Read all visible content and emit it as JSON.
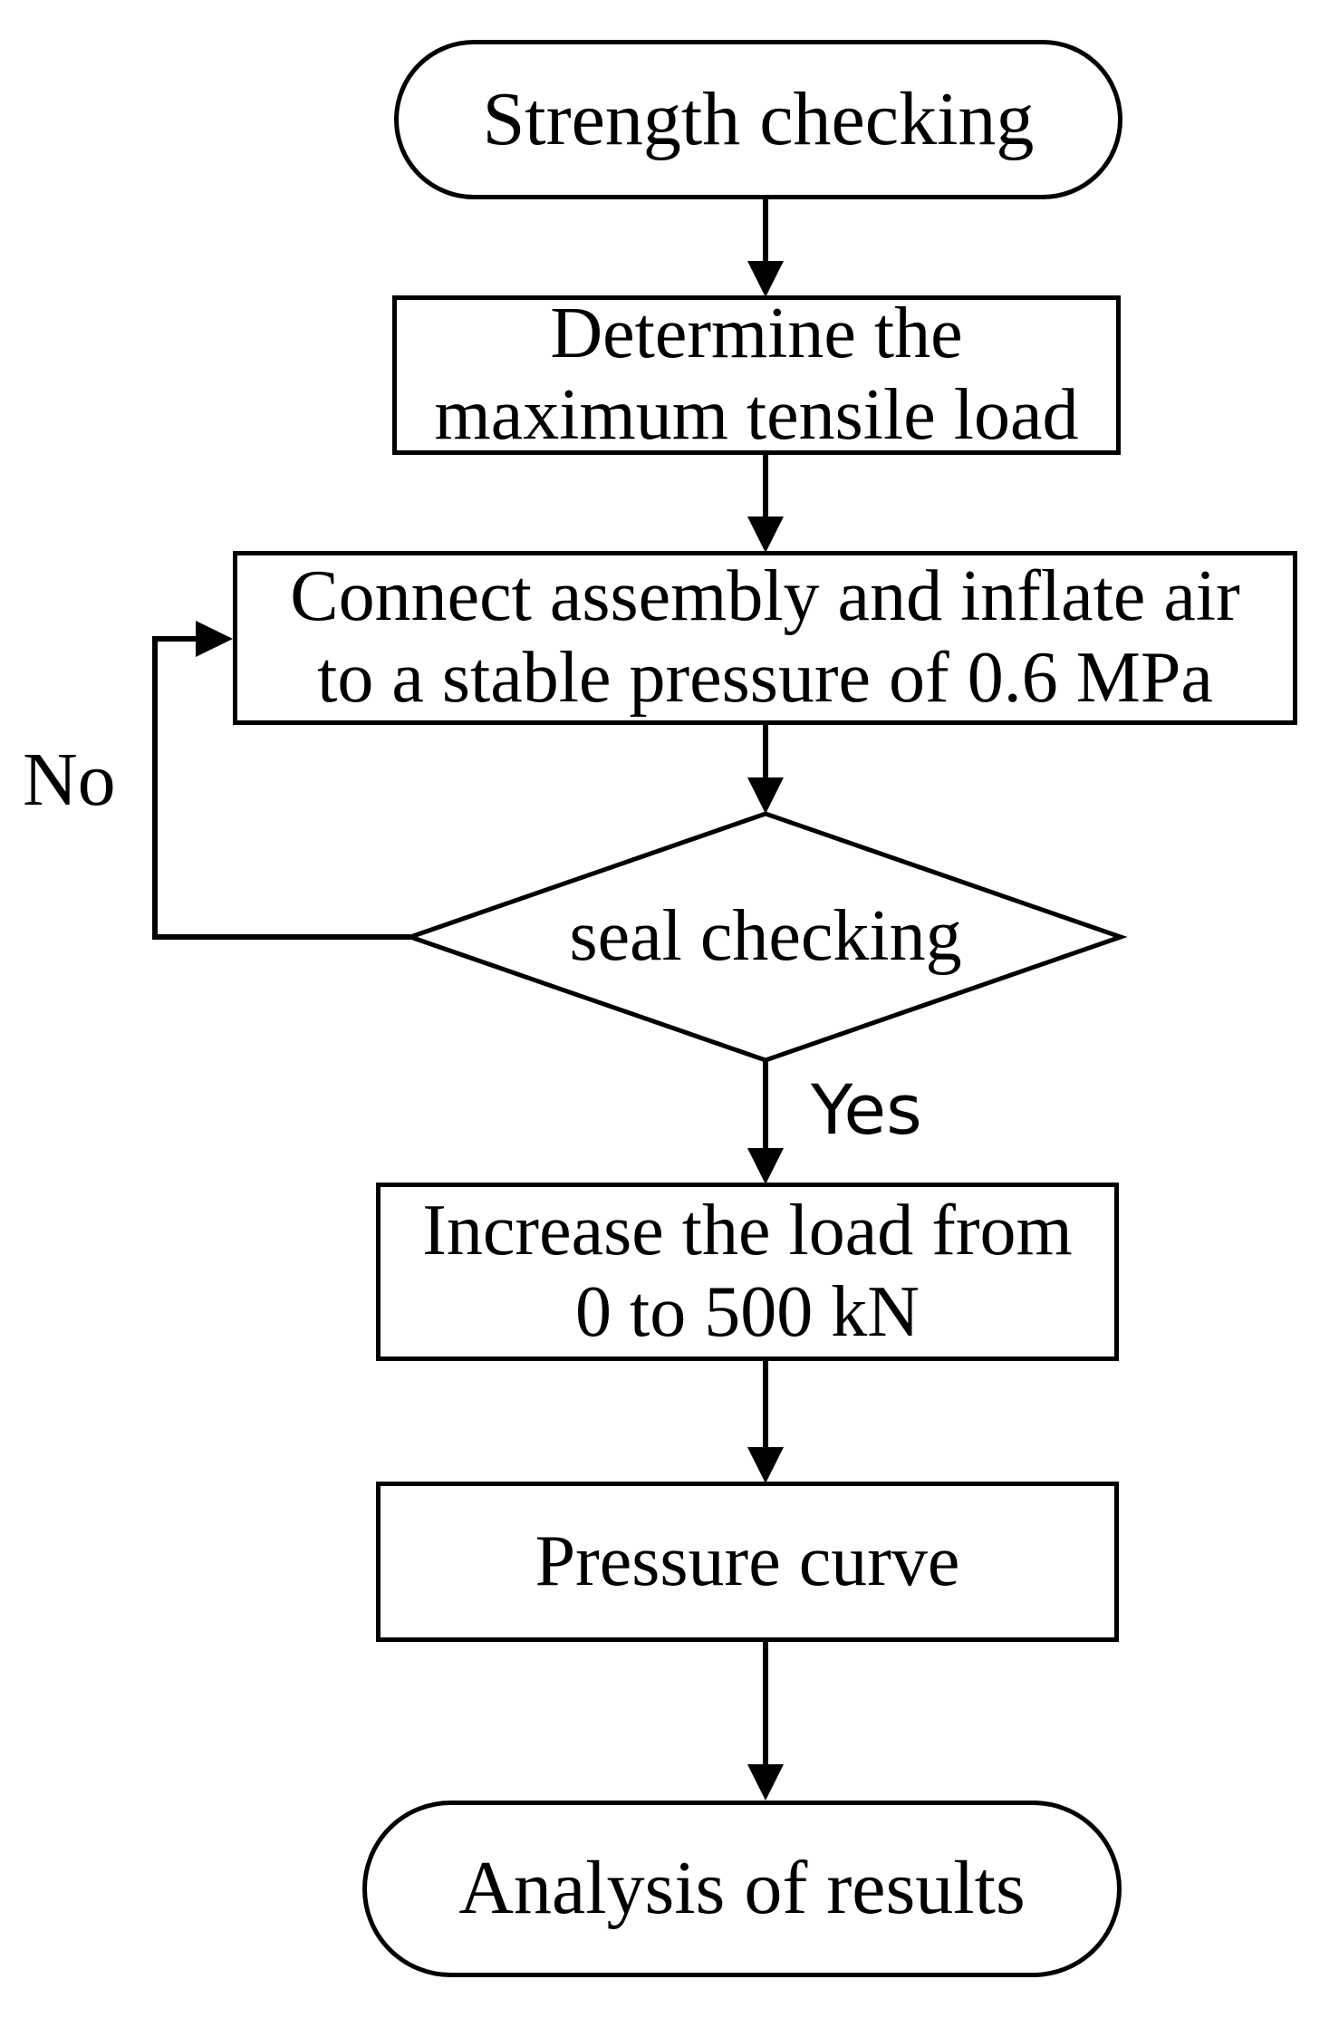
{
  "flowchart": {
    "nodes": {
      "start": {
        "type": "terminator",
        "label": "Strength checking"
      },
      "determine": {
        "type": "process",
        "line1": "Determine the",
        "line2": "maximum tensile load"
      },
      "connect": {
        "type": "process",
        "line1": "Connect assembly and inflate air",
        "line2": "to a stable pressure of 0.6 MPa"
      },
      "seal": {
        "type": "decision",
        "label": "seal checking"
      },
      "increase": {
        "type": "process",
        "line1": "Increase the load from",
        "line2": "0 to 500 kN"
      },
      "pressure": {
        "type": "process",
        "label": "Pressure curve"
      },
      "analysis": {
        "type": "terminator",
        "label": "Analysis of results"
      }
    },
    "edge_labels": {
      "yes": "Yes",
      "no": "No"
    },
    "edges": [
      {
        "from": "start",
        "to": "determine"
      },
      {
        "from": "determine",
        "to": "connect"
      },
      {
        "from": "connect",
        "to": "seal"
      },
      {
        "from": "seal",
        "to": "increase",
        "label": "Yes"
      },
      {
        "from": "seal",
        "to": "connect",
        "label": "No"
      },
      {
        "from": "increase",
        "to": "pressure"
      },
      {
        "from": "pressure",
        "to": "analysis"
      }
    ],
    "colors": {
      "stroke": "#000000",
      "fill": "#ffffff",
      "text": "#000000"
    }
  }
}
